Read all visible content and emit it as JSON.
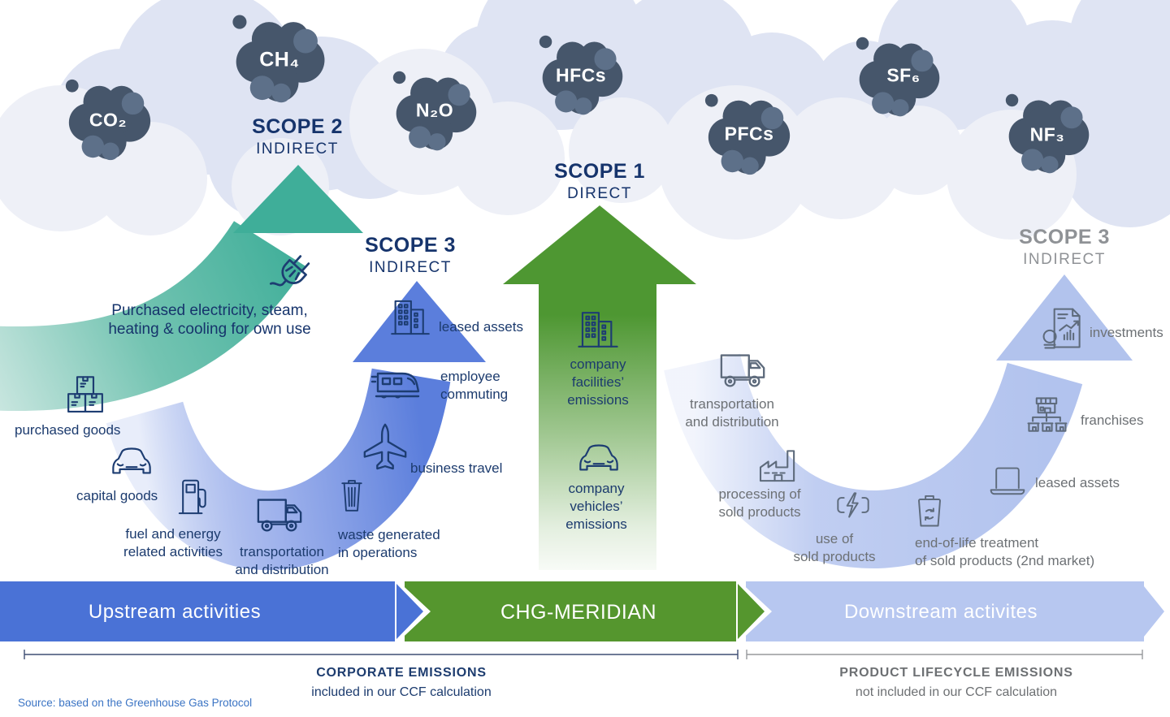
{
  "gases": {
    "co2": "CO₂",
    "ch4": "CH₄",
    "n2o": "N₂O",
    "hfcs": "HFCs",
    "pfcs": "PFCs",
    "sf6": "SF₆",
    "nf3": "NF₃"
  },
  "scopes": {
    "scope2": {
      "title": "SCOPE 2",
      "subtitle": "INDIRECT",
      "item": "Purchased electricity, steam,\nheating & cooling for own use"
    },
    "scope3_upstream": {
      "title": "SCOPE 3",
      "subtitle": "INDIRECT"
    },
    "scope1": {
      "title": "SCOPE 1",
      "subtitle": "DIRECT"
    },
    "scope3_downstream": {
      "title": "SCOPE 3",
      "subtitle": "INDIRECT"
    }
  },
  "upstream_items": {
    "purchased_goods": "purchased goods",
    "capital_goods": "capital goods",
    "fuel_energy": "fuel and energy\nrelated activities",
    "transportation": "transportation\nand distribution",
    "waste": "waste generated\nin operations",
    "business_travel": "business travel",
    "employee_commuting": "employee\ncommuting",
    "leased_assets": "leased assets"
  },
  "scope1_items": {
    "facilities": "company\nfacilities’\nemissions",
    "vehicles": "company\nvehicles’\nemissions"
  },
  "downstream_items": {
    "transportation": "transportation\nand distribution",
    "processing": "processing of\nsold products",
    "use": "use of\nsold products",
    "end_of_life": "end-of-life treatment\nof sold products (2nd market)",
    "leased_assets": "leased assets",
    "franchises": "franchises",
    "investments": "investments"
  },
  "bars": {
    "upstream": "Upstream activities",
    "company": "CHG-MERIDIAN",
    "downstream": "Downstream activites"
  },
  "footer": {
    "corporate_title": "CORPORATE EMISSIONS",
    "corporate_subtitle": "included in our CCF calculation",
    "product_title": "PRODUCT LIFECYCLE EMISSIONS",
    "product_subtitle": "not included in our CCF calculation",
    "source": "Source: based on the Greenhouse Gas Protocol"
  },
  "colors": {
    "navy_text": "#1c3b6e",
    "teal_arrow": "#3fae99",
    "blue_arrow": "#5b7edc",
    "green_arrow": "#4e9732",
    "downstream_arrow": "#b3c3ee",
    "bar_blue": "#4a72d6",
    "bar_green": "#55962e",
    "bar_light_blue": "#b7c7f0",
    "gray_text": "#6d7175",
    "gray_scope_title": "#8f9296",
    "smoke_dark": "#46566b",
    "smoke_light": "#5d7089",
    "cloud_lavender": "#dfe4f3",
    "cloud_light": "#eef0f7",
    "source_link_blue": "#3b74c4"
  }
}
